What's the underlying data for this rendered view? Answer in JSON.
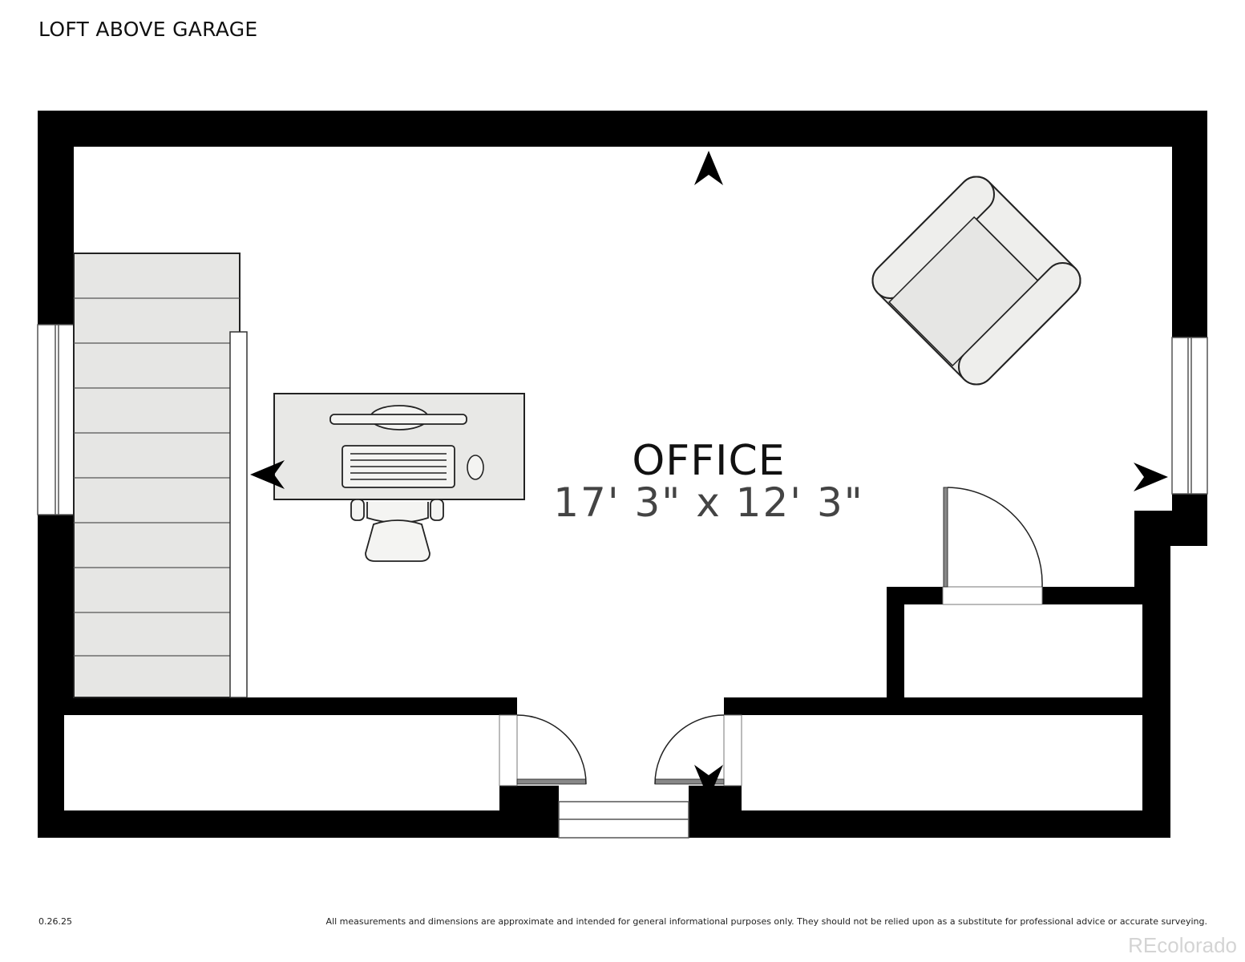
{
  "plan": {
    "title": "LOFT ABOVE GARAGE",
    "room": {
      "name": "OFFICE",
      "dimensions": "17' 3\" x 12' 3\""
    }
  },
  "footer": {
    "version": "0.26.25",
    "disclaimer": "All measurements and dimensions are approximate and intended for general informational purposes only. They should not be relied upon as a substitute for professional advice or accurate surveying.",
    "watermark": "REcolorado"
  },
  "colors": {
    "wall": "#000000",
    "furniture_fill": "#e8e8e6",
    "stair_fill": "#e6e6e4",
    "door_leaf": "#888888",
    "watermark": "#d4d4d4"
  }
}
